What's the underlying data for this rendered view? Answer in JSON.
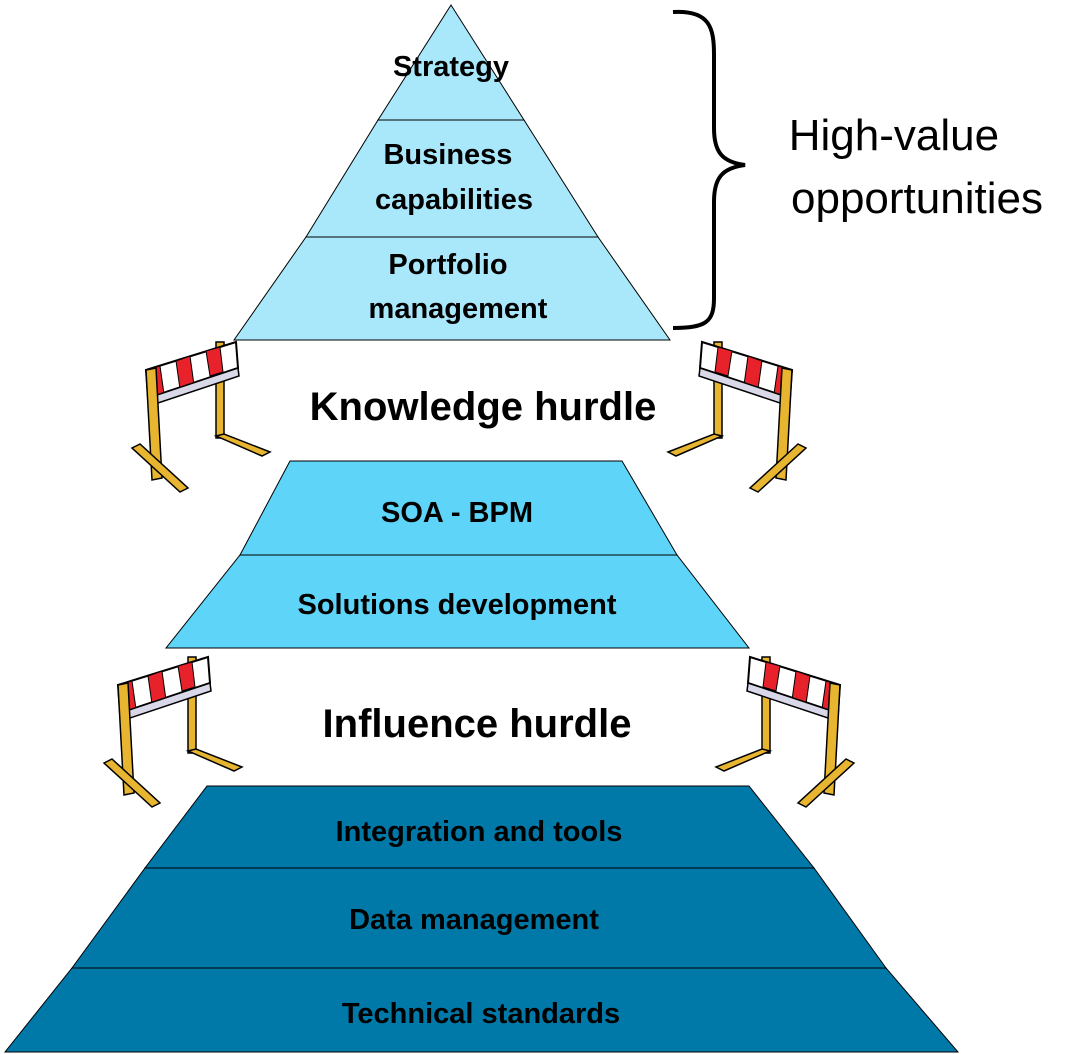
{
  "colors": {
    "top_fill": "#A9E8FB",
    "middle_fill": "#5DD4F8",
    "bottom_fill": "#0079A8",
    "hurdle_stripe_red": "#E8222A",
    "hurdle_stripe_white": "#FFFFFF",
    "hurdle_post": "#E8B530",
    "outline": "#000000",
    "background": "#FFFFFF"
  },
  "top_pyramid": {
    "layers": [
      {
        "lines": [
          "Strategy"
        ]
      },
      {
        "lines": [
          "Business",
          "capabilities"
        ]
      },
      {
        "lines": [
          "Portfolio",
          "management"
        ]
      }
    ]
  },
  "bracket_label": {
    "lines": [
      "High-value",
      "opportunities"
    ]
  },
  "knowledge_hurdle": {
    "label": "Knowledge hurdle"
  },
  "middle_pyramid": {
    "layers": [
      {
        "lines": [
          "SOA - BPM"
        ]
      },
      {
        "lines": [
          "Solutions development"
        ]
      }
    ]
  },
  "influence_hurdle": {
    "label": "Influence hurdle"
  },
  "bottom_pyramid": {
    "layers": [
      {
        "lines": [
          "Integration and tools"
        ]
      },
      {
        "lines": [
          "Data management"
        ]
      },
      {
        "lines": [
          "Technical standards"
        ]
      }
    ]
  }
}
